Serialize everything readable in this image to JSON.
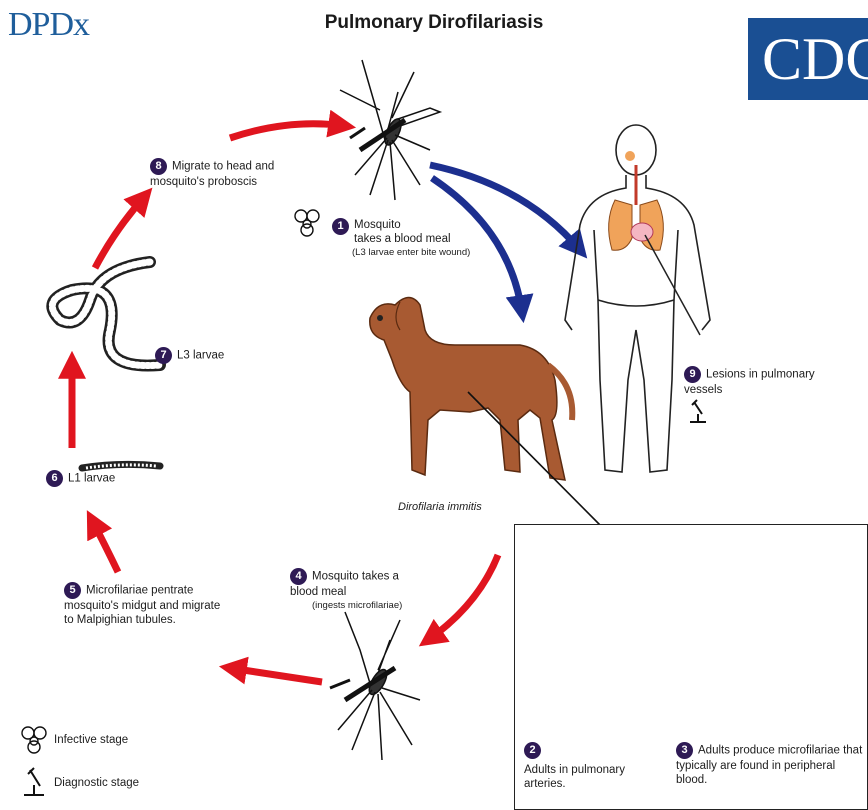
{
  "header": {
    "title": "Pulmonary Dirofilariasis",
    "logo_left": "DPDx",
    "logo_right": "CDC"
  },
  "stages": {
    "s1": {
      "num": "1",
      "text": "Mosquito\ntakes a blood meal",
      "note": "(L3 larvae enter bite wound)"
    },
    "s2": {
      "num": "2",
      "text": "Adults in pulmonary arteries."
    },
    "s3": {
      "num": "3",
      "text": "Adults produce microfilariae that typically are found in peripheral blood."
    },
    "s4": {
      "num": "4",
      "text": "Mosquito takes a blood meal",
      "note": "(ingests microfilariae)"
    },
    "s5": {
      "num": "5",
      "text": "Microfilariae pentrate mosquito's midgut and migrate to Malpighian tubules."
    },
    "s6": {
      "num": "6",
      "text": "L1 larvae"
    },
    "s7": {
      "num": "7",
      "text": "L3 larvae"
    },
    "s8": {
      "num": "8",
      "text": "Migrate to head and mosquito's proboscis"
    },
    "s9": {
      "num": "9",
      "text": "Lesions in pulmonary vessels"
    }
  },
  "species_label": "Dirofilaria immitis",
  "legend": {
    "infective": "Infective stage",
    "diagnostic": "Diagnostic stage"
  },
  "colors": {
    "red_arrow": "#e0151f",
    "blue_arrow": "#1c2f8f",
    "number_badge": "#2e1a55",
    "dog": "#a85a32",
    "organs": "#f0a35a",
    "dpdx_blue": "#1f5e9b",
    "cdc_blue": "#1a4f93"
  }
}
